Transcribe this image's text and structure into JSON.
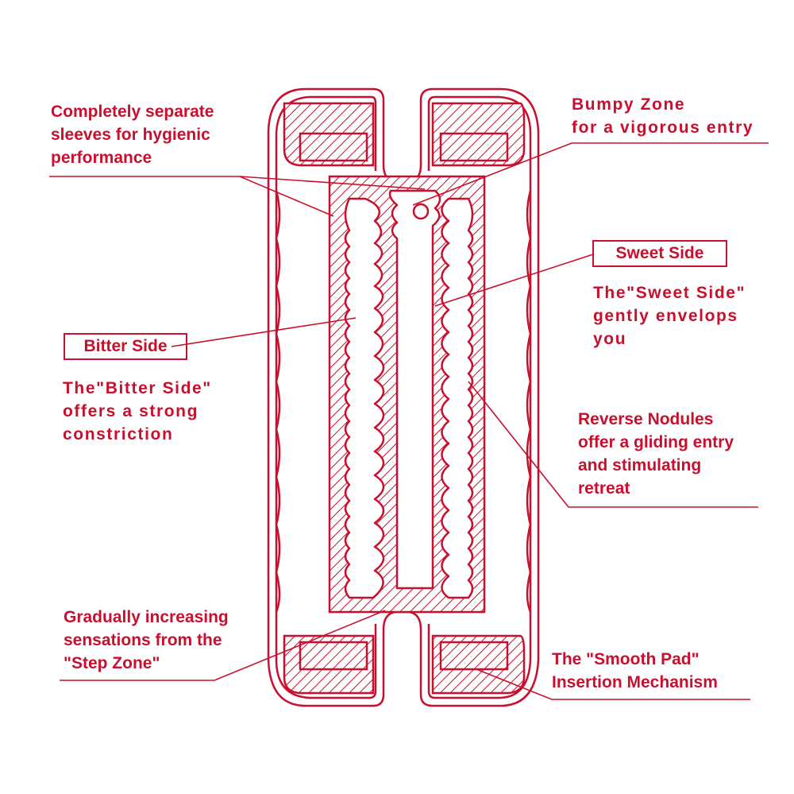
{
  "accent_color": "#c8102e",
  "callouts": {
    "separate_sleeves": "Completely separate\nsleeves for hygienic\nperformance",
    "bumpy_zone": "Bumpy Zone\nfor a vigorous entry",
    "sweet_side_title": "Sweet Side",
    "sweet_side_desc": "The\"Sweet Side\"\ngently envelops\nyou",
    "bitter_side_title": "Bitter Side",
    "bitter_side_desc": "The\"Bitter Side\"\noffers a strong\nconstriction",
    "reverse_nodules": "Reverse Nodules\noffer a gliding entry\nand stimulating\nretreat",
    "step_zone": "Gradually increasing\nsensations from the\n\"Step Zone\"",
    "smooth_pad": "The \"Smooth Pad\"\nInsertion Mechanism"
  }
}
